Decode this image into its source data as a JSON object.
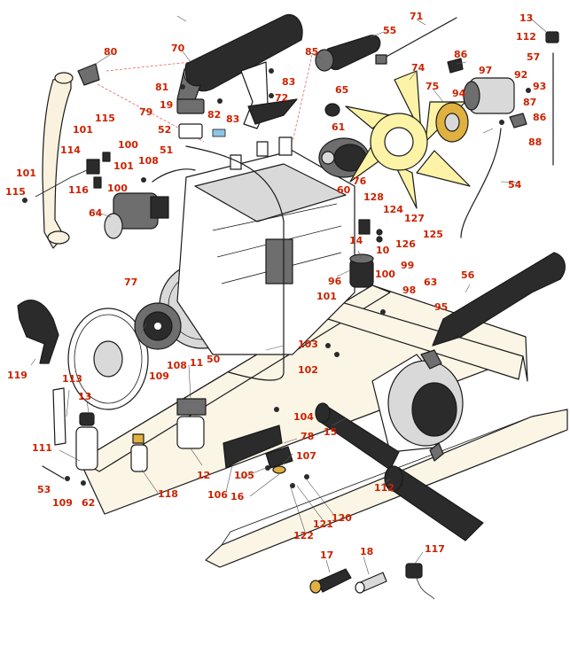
{
  "callouts": [
    {
      "id": "c1",
      "text": "80"
    },
    {
      "id": "c2",
      "text": "70"
    },
    {
      "id": "c3",
      "text": "85"
    },
    {
      "id": "c4",
      "text": "55"
    },
    {
      "id": "c5",
      "text": "71"
    },
    {
      "id": "c6",
      "text": "13"
    },
    {
      "id": "c7",
      "text": "112"
    },
    {
      "id": "c8",
      "text": "57"
    },
    {
      "id": "c9",
      "text": "86"
    },
    {
      "id": "c10",
      "text": "97"
    },
    {
      "id": "c11",
      "text": "92"
    },
    {
      "id": "c12",
      "text": "93"
    },
    {
      "id": "c13",
      "text": "74"
    },
    {
      "id": "c14",
      "text": "75"
    },
    {
      "id": "c15",
      "text": "94"
    },
    {
      "id": "c16",
      "text": "87"
    },
    {
      "id": "c17",
      "text": "86"
    },
    {
      "id": "c18",
      "text": "88"
    },
    {
      "id": "c19",
      "text": "81"
    },
    {
      "id": "c20",
      "text": "83"
    },
    {
      "id": "c21",
      "text": "72"
    },
    {
      "id": "c22",
      "text": "19"
    },
    {
      "id": "c23",
      "text": "82"
    },
    {
      "id": "c24",
      "text": "83"
    },
    {
      "id": "c25",
      "text": "79"
    },
    {
      "id": "c26",
      "text": "52"
    },
    {
      "id": "c27",
      "text": "65"
    },
    {
      "id": "c28",
      "text": "61"
    },
    {
      "id": "c29",
      "text": "115"
    },
    {
      "id": "c30",
      "text": "101"
    },
    {
      "id": "c31",
      "text": "100"
    },
    {
      "id": "c32",
      "text": "114"
    },
    {
      "id": "c33",
      "text": "101"
    },
    {
      "id": "c34",
      "text": "51"
    },
    {
      "id": "c35",
      "text": "108"
    },
    {
      "id": "c36",
      "text": "101"
    },
    {
      "id": "c37",
      "text": "100"
    },
    {
      "id": "c38",
      "text": "116"
    },
    {
      "id": "c39",
      "text": "115"
    },
    {
      "id": "c40",
      "text": "64"
    },
    {
      "id": "c41",
      "text": "76"
    },
    {
      "id": "c42",
      "text": "54"
    },
    {
      "id": "c43",
      "text": "60"
    },
    {
      "id": "c44",
      "text": "128"
    },
    {
      "id": "c45",
      "text": "124"
    },
    {
      "id": "c46",
      "text": "127"
    },
    {
      "id": "c47",
      "text": "125"
    },
    {
      "id": "c48",
      "text": "14"
    },
    {
      "id": "c49",
      "text": "126"
    },
    {
      "id": "c50",
      "text": "10"
    },
    {
      "id": "c51",
      "text": "99"
    },
    {
      "id": "c52",
      "text": "56"
    },
    {
      "id": "c53",
      "text": "77"
    },
    {
      "id": "c54",
      "text": "96"
    },
    {
      "id": "c55",
      "text": "100"
    },
    {
      "id": "c56",
      "text": "98"
    },
    {
      "id": "c57",
      "text": "63"
    },
    {
      "id": "c58",
      "text": "101"
    },
    {
      "id": "c59",
      "text": "95"
    },
    {
      "id": "c60",
      "text": "119"
    },
    {
      "id": "c61",
      "text": "103"
    },
    {
      "id": "c62",
      "text": "102"
    },
    {
      "id": "c63",
      "text": "11"
    },
    {
      "id": "c64",
      "text": "108"
    },
    {
      "id": "c65",
      "text": "50"
    },
    {
      "id": "c66",
      "text": "113"
    },
    {
      "id": "c67",
      "text": "109"
    },
    {
      "id": "c68",
      "text": "13"
    },
    {
      "id": "c69",
      "text": "104"
    },
    {
      "id": "c70",
      "text": "15"
    },
    {
      "id": "c71",
      "text": "78"
    },
    {
      "id": "c72",
      "text": "111"
    },
    {
      "id": "c73",
      "text": "107"
    },
    {
      "id": "c74",
      "text": "12"
    },
    {
      "id": "c75",
      "text": "105"
    },
    {
      "id": "c76",
      "text": "53"
    },
    {
      "id": "c77",
      "text": "112"
    },
    {
      "id": "c78",
      "text": "109"
    },
    {
      "id": "c79",
      "text": "62"
    },
    {
      "id": "c80",
      "text": "118"
    },
    {
      "id": "c81",
      "text": "106"
    },
    {
      "id": "c82",
      "text": "16"
    },
    {
      "id": "c83",
      "text": "120"
    },
    {
      "id": "c84",
      "text": "121"
    },
    {
      "id": "c85",
      "text": "122"
    },
    {
      "id": "c86",
      "text": "17"
    },
    {
      "id": "c87",
      "text": "18"
    },
    {
      "id": "c88",
      "text": "117"
    }
  ]
}
